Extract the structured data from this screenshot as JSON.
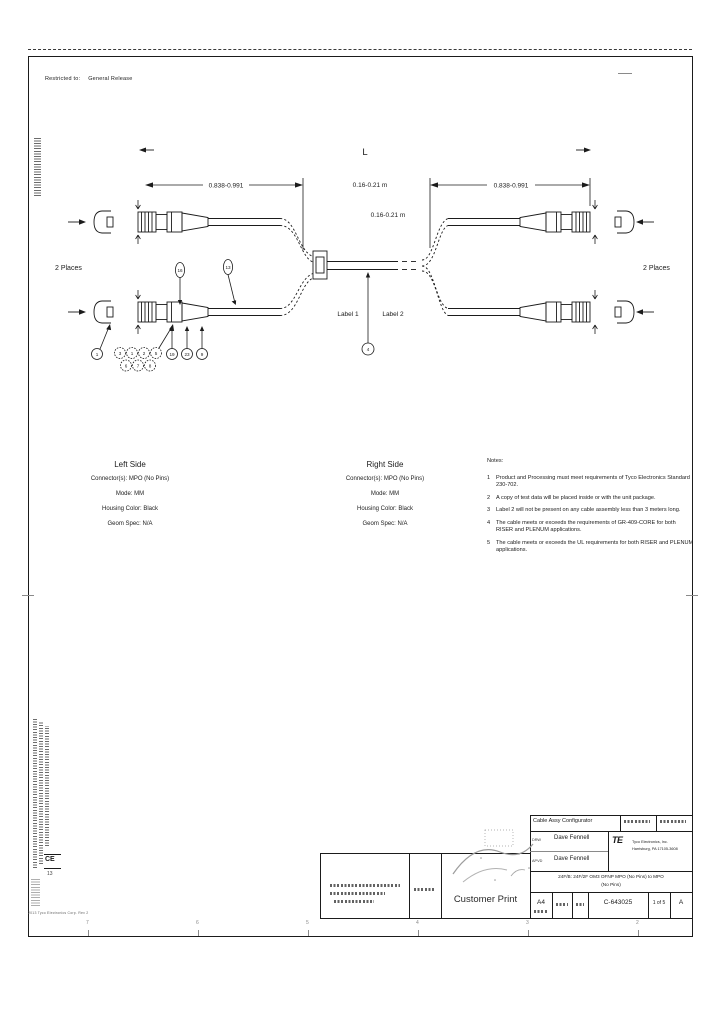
{
  "header": {
    "restricted_label": "Restricted to:",
    "restricted_value": "General Release"
  },
  "drawing": {
    "overall_length_label": "L",
    "left_leg_dim": "0.838-0.991",
    "right_leg_dim": "0.838-0.991",
    "trunk_dim_top": "0.16-0.21 m",
    "trunk_dim_bottom": "0.16-0.21 m",
    "left_places": "2 Places",
    "right_places": "2 Places",
    "label1": "Label 1",
    "label2": "Label 2",
    "balloons": {
      "connector_end": "1",
      "cluster_row1": [
        "3",
        "1",
        "2",
        "5"
      ],
      "cluster_row2": [
        "6",
        "7",
        "8"
      ],
      "arrow_1": "19",
      "arrow_2": "23",
      "arrow_3": "9",
      "oval_1": "16",
      "oval_2": "13",
      "trunk_label": "4"
    }
  },
  "left_side": {
    "title": "Left Side",
    "connector": "Connector(s): MPO (No Pins)",
    "mode": "Mode: MM",
    "housing": "Housing Color: Black",
    "geom": "Geom Spec: N/A"
  },
  "right_side": {
    "title": "Right Side",
    "connector": "Connector(s): MPO (No Pins)",
    "mode": "Mode: MM",
    "housing": "Housing Color: Black",
    "geom": "Geom Spec: N/A"
  },
  "notes": {
    "title": "Notes:",
    "items": [
      {
        "num": "1",
        "text": "Product and Processing must meet requirements of Tyco Electronics Standard 230-702."
      },
      {
        "num": "2",
        "text": "A copy of test data will be placed inside or with the unit package."
      },
      {
        "num": "3",
        "text": "Label 2 will not be present on any cable assembly less than 3 meters long."
      },
      {
        "num": "4",
        "text": "The cable meets or exceeds the requirements of GR-409-CORE for both RISER and PLENUM applications."
      },
      {
        "num": "5",
        "text": "The cable meets or exceeds the UL requirements for both RISER and PLENUM applications."
      }
    ]
  },
  "title_block": {
    "configurator": "Cable Assy Configurator",
    "drawn_label": "DRW",
    "drawn_by": "Dave Fennell",
    "approved_label": "APVD",
    "approved_by": "Dave Fennell",
    "logo": "TE",
    "company_line1": "Tyco Electronics, Inc.",
    "company_line2": "Harrisburg, PA 17105-3608",
    "description_line1": "24F/B: 24F/2F OM3 OFNP MPO (No Pins) to MPO",
    "description_line2": "(No Pins)",
    "size": "A4",
    "drawing_number": "C-643025",
    "sheet": "1 of 5",
    "rev": "A",
    "customer_print": "Customer Print"
  },
  "footer": {
    "ce_mark": "CE",
    "ce_note": "13",
    "copyright": "2013 Tyco Electronics Corp.  Rev 2",
    "zone_numbers": [
      "7",
      "6",
      "5",
      "4",
      "3",
      "2"
    ]
  }
}
